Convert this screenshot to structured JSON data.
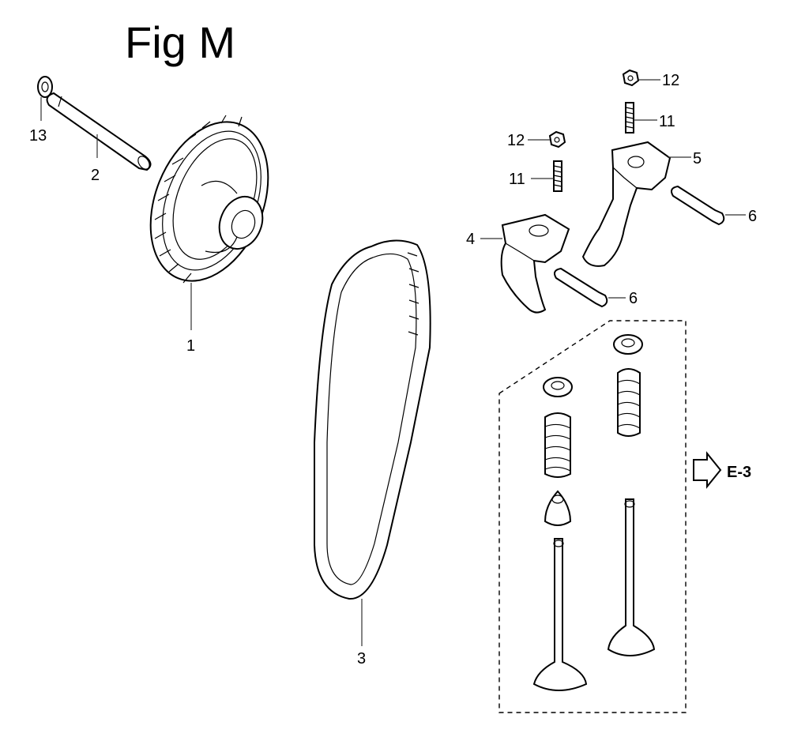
{
  "figure": {
    "title": "Fig M"
  },
  "callouts": {
    "c1": "1",
    "c2": "2",
    "c3": "3",
    "c4": "4",
    "c5": "5",
    "c6a": "6",
    "c6b": "6",
    "c11a": "11",
    "c11b": "11",
    "c12a": "12",
    "c12b": "12",
    "c13": "13"
  },
  "reference": {
    "label": "E-3",
    "icon": "arrow-right-icon"
  },
  "colors": {
    "line": "#000000",
    "background": "#ffffff"
  }
}
